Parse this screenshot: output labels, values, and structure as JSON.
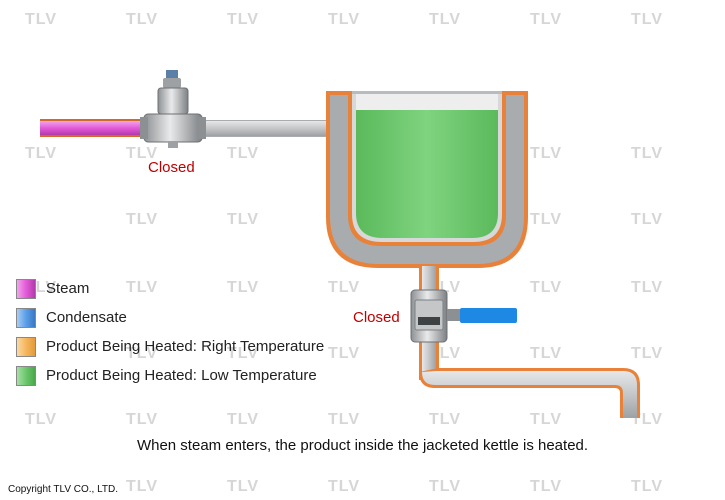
{
  "watermark": "TLV",
  "steam_valve": {
    "status": "Closed"
  },
  "drain_valve": {
    "status": "Closed"
  },
  "legend": [
    {
      "label": "Steam",
      "color": "#e35bd8"
    },
    {
      "label": "Condensate",
      "color": "#5b9ee8"
    },
    {
      "label": "Product Being Heated: Right Temperature",
      "color": "#f5b65e"
    },
    {
      "label": "Product Being Heated: Low Temperature",
      "color": "#6cc76c"
    }
  ],
  "caption": "When steam enters, the product inside the jacketed kettle is heated.",
  "copyright": "Copyright TLV CO., LTD.",
  "colors": {
    "steam": "#e35bd8",
    "product_low": "#6cc76c",
    "jacket_outline": "#e8823a",
    "pipe": "#c4c6c8",
    "valve_handle": "#1e88e5",
    "closed_text": "#c00000"
  }
}
